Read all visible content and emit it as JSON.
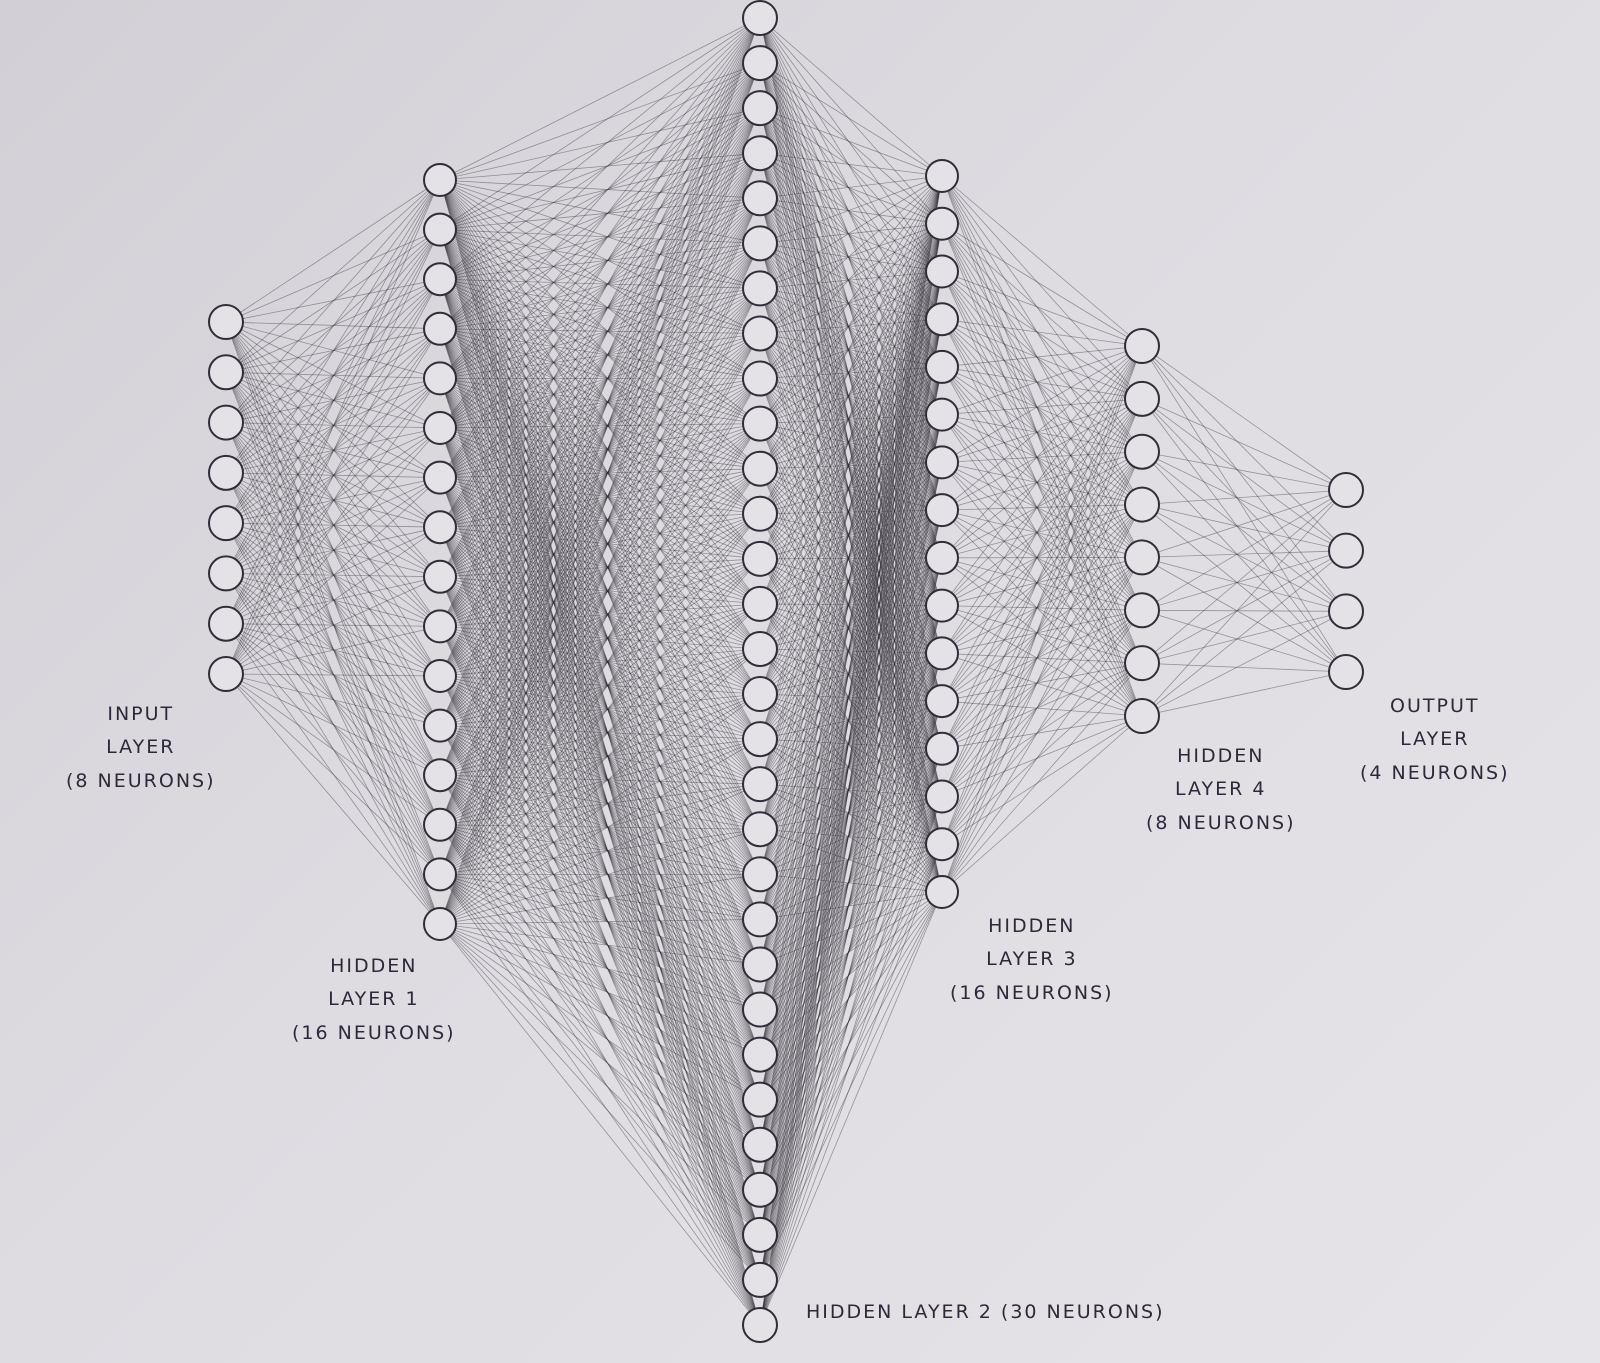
{
  "diagram": {
    "colors": {
      "background": "#dedce1",
      "neuron_stroke": "#2f2d38",
      "neuron_fill": "#e4e2e7",
      "connection": "#2a2830",
      "label_text": "#2c2a3a"
    },
    "layers": [
      {
        "id": "input",
        "neurons": 8,
        "label_lines": [
          "INPUT",
          "LAYER",
          "(8 NEURONS)"
        ]
      },
      {
        "id": "hidden-1",
        "neurons": 16,
        "label_lines": [
          "HIDDEN",
          "LAYER 1",
          "(16 NEURONS)"
        ]
      },
      {
        "id": "hidden-2",
        "neurons": 30,
        "label_lines": [
          "HIDDEN LAYER 2 (30 NEURONS)"
        ]
      },
      {
        "id": "hidden-3",
        "neurons": 16,
        "label_lines": [
          "HIDDEN",
          "LAYER 3",
          "(16 NEURONS)"
        ]
      },
      {
        "id": "hidden-4",
        "neurons": 8,
        "label_lines": [
          "HIDDEN",
          "LAYER 4",
          "(8 NEURONS)"
        ]
      },
      {
        "id": "output",
        "neurons": 4,
        "label_lines": [
          "OUTPUT",
          "LAYER",
          "(4 NEURONS)"
        ]
      }
    ],
    "connectivity": "fully-connected"
  }
}
